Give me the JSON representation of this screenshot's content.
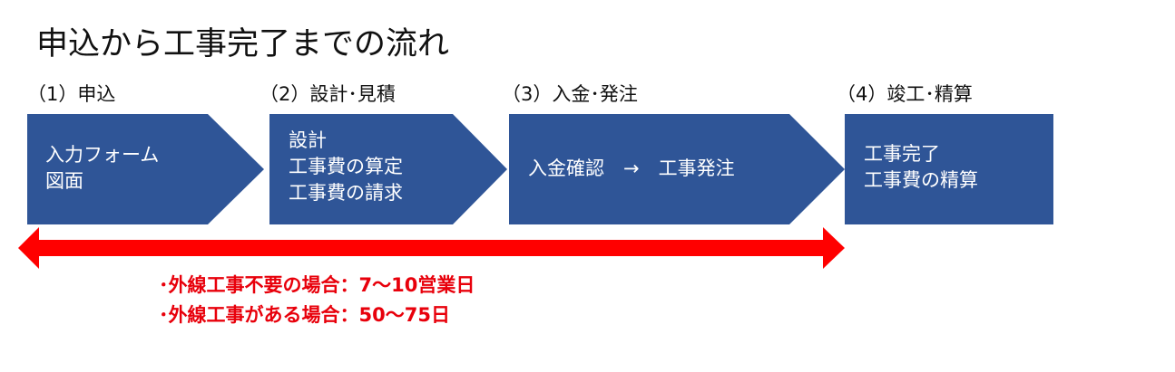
{
  "title": "申込から工事完了までの流れ",
  "colors": {
    "step_box": "#2f5597",
    "span_arrow": "#ff0000",
    "duration_text": "#e8000b"
  },
  "steps": [
    {
      "label": "（1）申込",
      "lines": [
        "入力フォーム",
        "図面"
      ]
    },
    {
      "label": "（2）設計･見積",
      "lines": [
        "設計",
        "工事費の算定",
        "工事費の請求"
      ]
    },
    {
      "label": "（3）入金･発注",
      "lines": [
        "入金確認　→　工事発注"
      ]
    },
    {
      "label": "（4）竣工･精算",
      "lines": [
        "工事完了",
        "工事費の精算"
      ]
    }
  ],
  "durations": [
    "･外線工事不要の場合：7～10営業日",
    "･外線工事がある場合：50～75日"
  ]
}
